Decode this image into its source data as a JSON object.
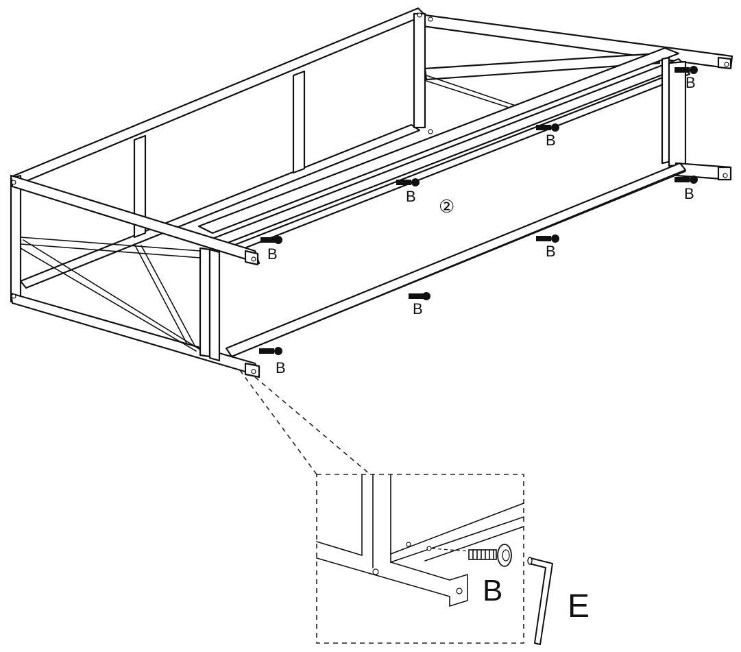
{
  "labels": {
    "bolt": "B",
    "wrench": "E",
    "step": "②"
  },
  "colors": {
    "ink": "#111111",
    "paper": "#ffffff"
  },
  "icons": [
    "bolt-icon",
    "hex-key-icon"
  ]
}
